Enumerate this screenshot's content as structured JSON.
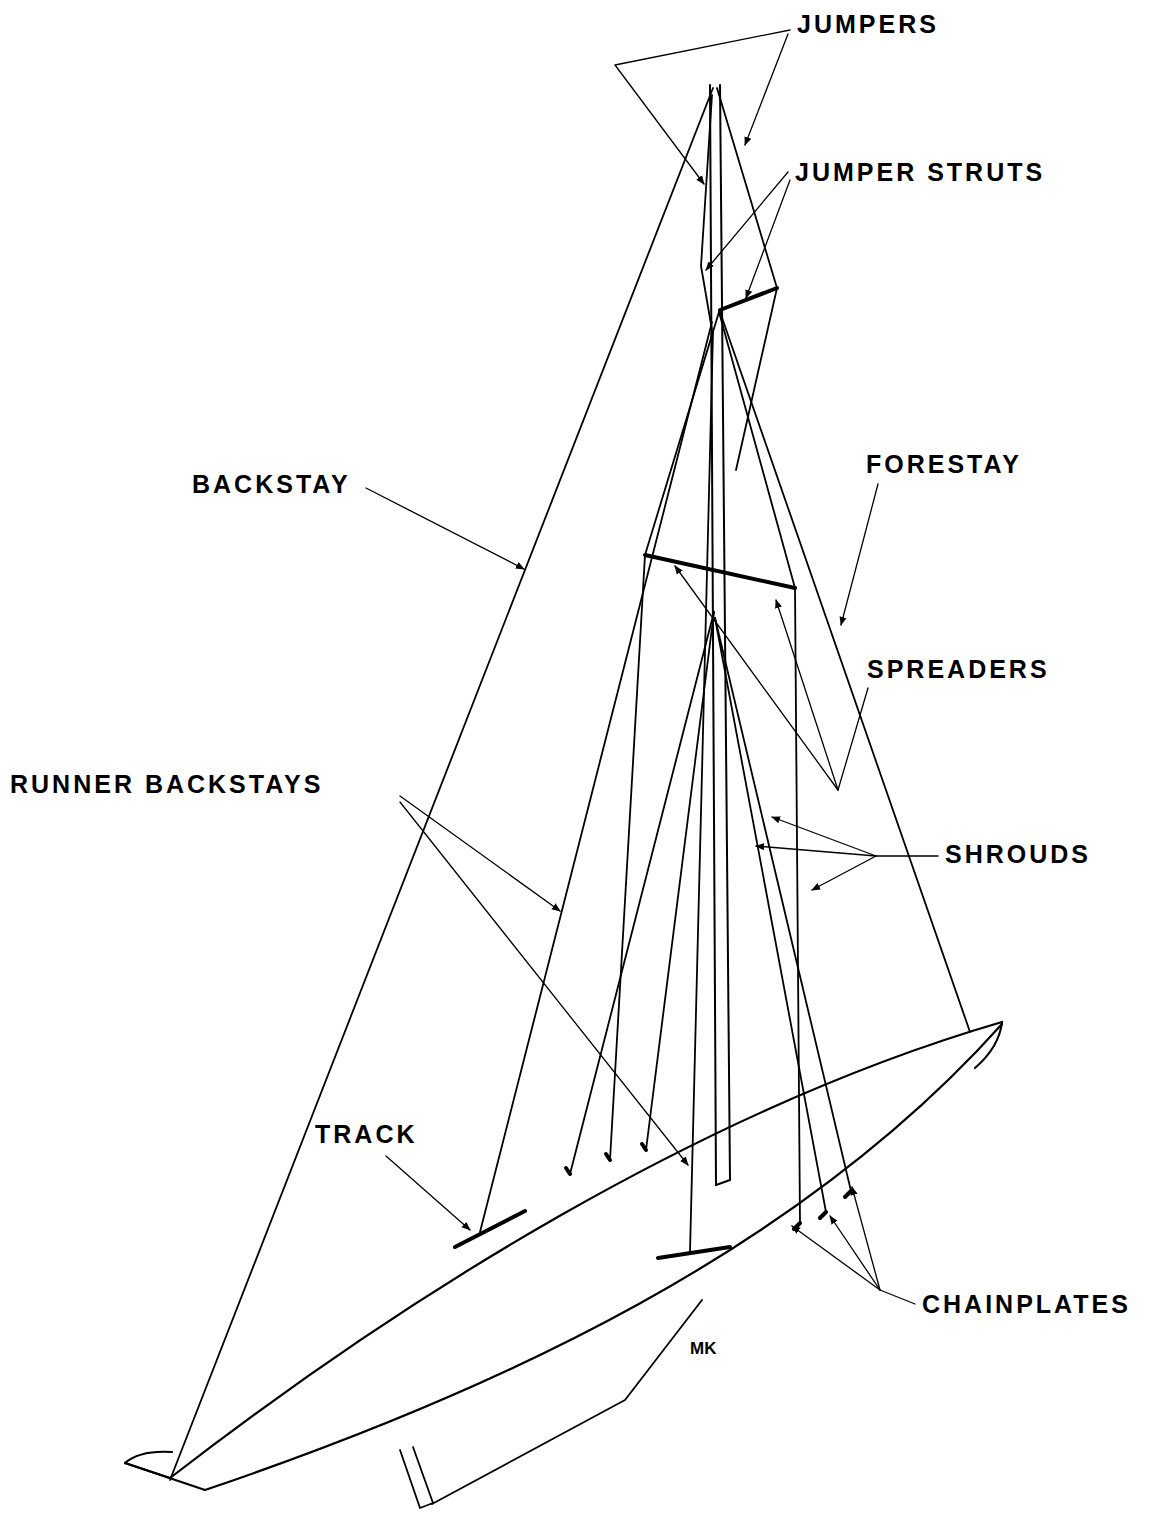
{
  "diagram": {
    "labels": [
      "JUMPERS",
      "JUMPER STRUTS",
      "FORESTAY",
      "BACKSTAY",
      "SPREADERS",
      "SHROUDS",
      "RUNNER BACKSTAYS",
      "TRACK",
      "CHAINPLATES",
      "MK"
    ]
  }
}
